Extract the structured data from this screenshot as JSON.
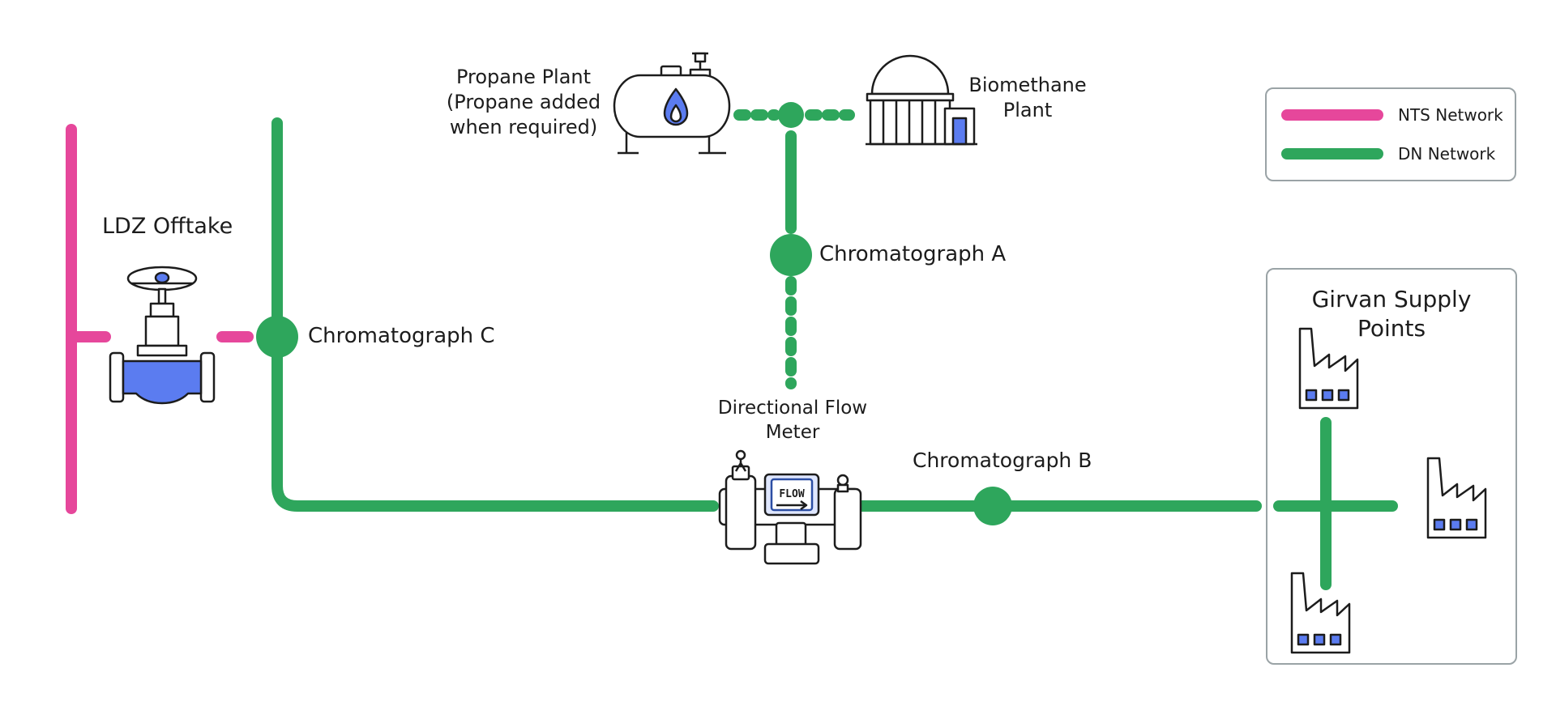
{
  "colors": {
    "nts": "#e6479b",
    "dn": "#2ea65c",
    "icon_fill": "#5b7cf0",
    "outline": "#1c1c1c"
  },
  "labels": {
    "ldz_offtake": "LDZ Offtake",
    "chromatograph_a": "Chromatograph A",
    "chromatograph_b": "Chromatograph B",
    "chromatograph_c": "Chromatograph C",
    "propane_plant": "Propane Plant\n(Propane added\nwhen required)",
    "biomethane_plant": "Biomethane\nPlant",
    "flow_meter": "Directional Flow\nMeter",
    "flow_meter_badge": "FLOW",
    "girvan": "Girvan Supply\nPoints"
  },
  "legend": [
    {
      "label": "NTS Network",
      "color": "#e6479b"
    },
    {
      "label": "DN Network",
      "color": "#2ea65c"
    }
  ]
}
